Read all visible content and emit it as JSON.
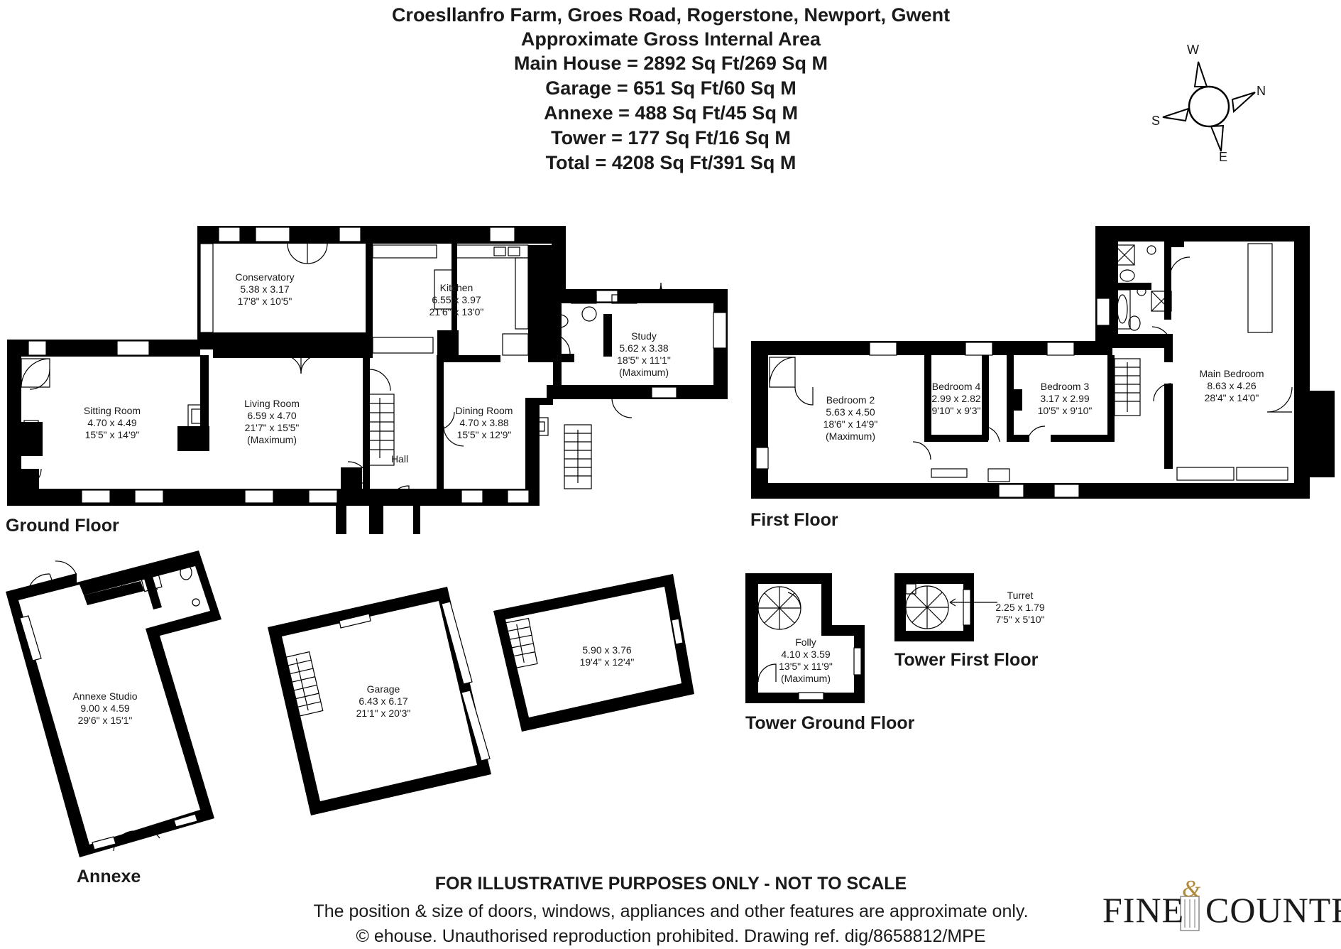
{
  "header": {
    "lines": [
      "Croesllanfro Farm, Groes Road, Rogerstone, Newport, Gwent",
      "Approximate Gross Internal Area",
      "Main House = 2892 Sq Ft/269 Sq M",
      "Garage = 651 Sq Ft/60 Sq M",
      "Annexe = 488 Sq Ft/45 Sq M",
      "Tower = 177 Sq Ft/16 Sq M",
      "Total = 4208 Sq Ft/391 Sq M"
    ]
  },
  "compass": {
    "w": "W",
    "n": "N",
    "s": "S",
    "e": "E"
  },
  "floors": {
    "ground": "Ground Floor",
    "first": "First Floor",
    "annexe": "Annexe",
    "tower_ground": "Tower Ground Floor",
    "tower_first": "Tower First Floor"
  },
  "rooms": {
    "conservatory": {
      "name": "Conservatory",
      "metric": "5.38 x 3.17",
      "imperial": "17'8\" x 10'5\""
    },
    "kitchen": {
      "name": "Kitchen",
      "metric": "6.55 x 3.97",
      "imperial": "21'6\" x 13'0\""
    },
    "study": {
      "name": "Study",
      "metric": "5.62 x 3.38",
      "imperial": "18'5\" x 11'1\"",
      "note": "(Maximum)"
    },
    "sitting": {
      "name": "Sitting Room",
      "metric": "4.70 x 4.49",
      "imperial": "15'5\" x 14'9\""
    },
    "living": {
      "name": "Living Room",
      "metric": "6.59 x 4.70",
      "imperial": "21'7\" x 15'5\"",
      "note": "(Maximum)"
    },
    "dining": {
      "name": "Dining Room",
      "metric": "4.70 x 3.88",
      "imperial": "15'5\" x 12'9\""
    },
    "hall": {
      "name": "Hall"
    },
    "bedroom2": {
      "name": "Bedroom 2",
      "metric": "5.63 x 4.50",
      "imperial": "18'6\" x 14'9\"",
      "note": "(Maximum)"
    },
    "bedroom4": {
      "name": "Bedroom 4",
      "metric": "2.99 x 2.82",
      "imperial": "9'10\" x 9'3\""
    },
    "bedroom3": {
      "name": "Bedroom 3",
      "metric": "3.17 x 2.99",
      "imperial": "10'5\" x 9'10\""
    },
    "main_bedroom": {
      "name": "Main Bedroom",
      "metric": "8.63 x 4.26",
      "imperial": "28'4\" x 14'0\""
    },
    "annexe_studio": {
      "name": "Annexe Studio",
      "metric": "9.00 x 4.59",
      "imperial": "29'6\" x 15'1\""
    },
    "garage": {
      "name": "Garage",
      "metric": "6.43 x 6.17",
      "imperial": "21'1\" x 20'3\""
    },
    "garage_upper": {
      "metric": "5.90 x 3.76",
      "imperial": "19'4\" x 12'4\""
    },
    "folly": {
      "name": "Folly",
      "metric": "4.10 x 3.59",
      "imperial": "13'5\" x 11'9\"",
      "note": "(Maximum)"
    },
    "turret": {
      "name": "Turret",
      "metric": "2.25 x 1.79",
      "imperial": "7'5\" x 5'10\""
    }
  },
  "disclaimer": {
    "title": "FOR ILLUSTRATIVE PURPOSES ONLY - NOT TO SCALE",
    "line1": "The position & size of doors, windows, appliances and other features are approximate only.",
    "line2": "© ehouse. Unauthorised reproduction prohibited. Drawing ref. dig/8658812/MPE"
  },
  "logo": {
    "left": "FINE",
    "amp": "&",
    "right": "COUNTRY"
  }
}
